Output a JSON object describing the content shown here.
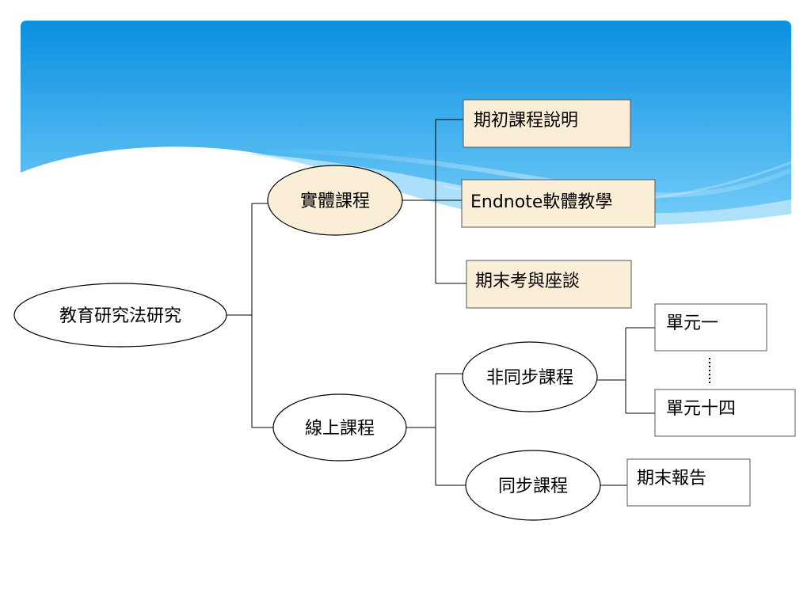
{
  "diagram": {
    "root": {
      "label": "教育研究法研究"
    },
    "branch_physical": {
      "label": "實體課程"
    },
    "branch_online": {
      "label": "線上課程"
    },
    "physical_items": [
      {
        "label": "期初課程說明"
      },
      {
        "label": "Endnote軟體教學"
      },
      {
        "label": "期末考與座談"
      }
    ],
    "async": {
      "label": "非同步課程"
    },
    "sync": {
      "label": "同步課程"
    },
    "async_units": [
      {
        "label": "單元一"
      },
      {
        "label": "單元十四"
      }
    ],
    "sync_items": [
      {
        "label": "期末報告"
      }
    ],
    "ellipsis_mark": "⋮"
  },
  "colors": {
    "banner_top": "#0a8fe0",
    "banner_bottom": "#6cc7f7",
    "node_fill": "#fbeed6",
    "line": "#000000"
  }
}
